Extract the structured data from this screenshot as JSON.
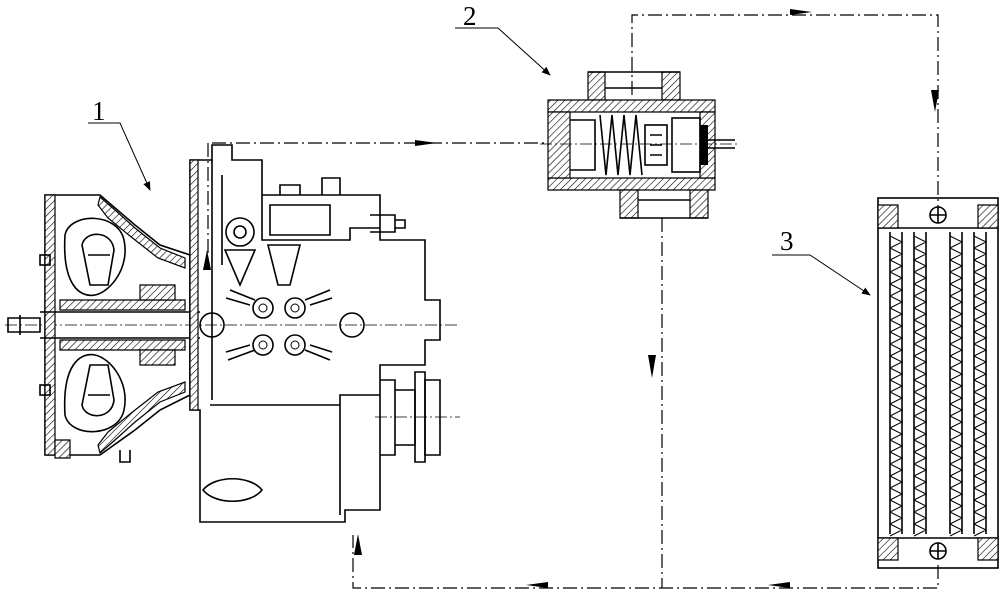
{
  "labels": {
    "component_1": "1",
    "component_2": "2",
    "component_3": "3"
  },
  "colors": {
    "ink": "#000000",
    "paper": "#ffffff"
  }
}
